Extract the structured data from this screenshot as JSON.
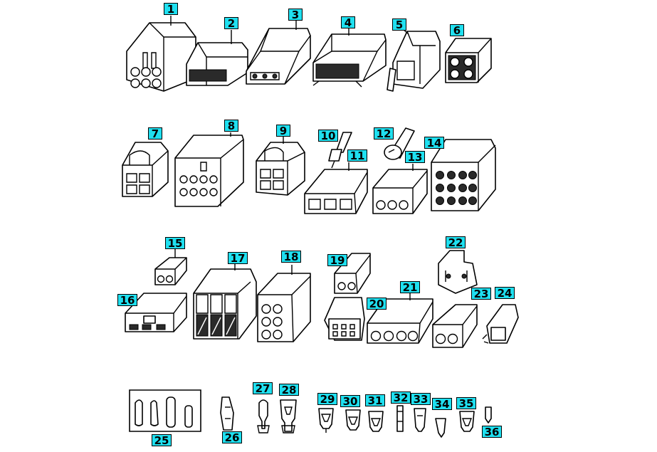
{
  "figure": {
    "callouts": [
      "1",
      "2",
      "3",
      "4",
      "5",
      "6",
      "7",
      "8",
      "9",
      "10",
      "11",
      "12",
      "13",
      "14",
      "15",
      "16",
      "17",
      "18",
      "19",
      "20",
      "21",
      "22",
      "23",
      "24",
      "25",
      "26",
      "27",
      "28",
      "29",
      "30",
      "31",
      "32",
      "33",
      "34",
      "35",
      "36"
    ]
  },
  "style": {
    "callout_fill": "#1fe0f0",
    "ink": "#000000",
    "background": "#ffffff"
  }
}
